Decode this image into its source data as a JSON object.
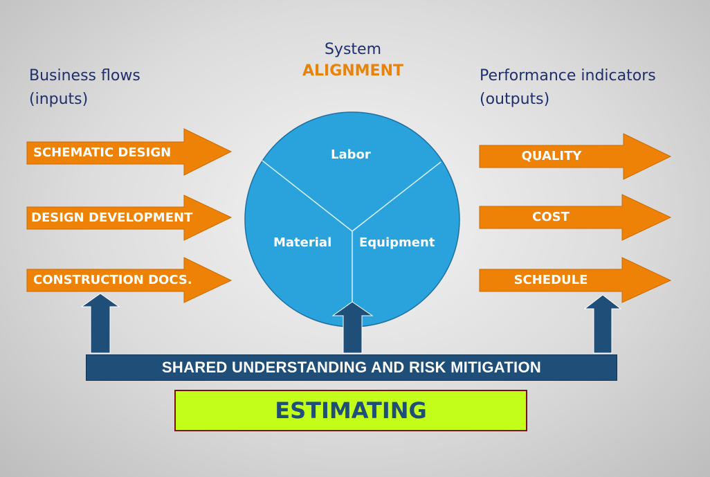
{
  "headings": {
    "inputs_line1": "Business flows",
    "inputs_line2": "(inputs)",
    "system_line1": "System",
    "system_line2": "ALIGNMENT",
    "outputs_line1": "Performance indicators",
    "outputs_line2": "(outputs)"
  },
  "inputs": [
    {
      "label": "SCHEMATIC DESIGN"
    },
    {
      "label": "DESIGN DEVELOPMENT"
    },
    {
      "label": "CONSTRUCTION DOCS."
    }
  ],
  "outputs": [
    {
      "label": "QUALITY"
    },
    {
      "label": "COST"
    },
    {
      "label": "SCHEDULE"
    }
  ],
  "circle": {
    "top": "Labor",
    "left": "Material",
    "right": "Equipment"
  },
  "shared_bar": "SHARED UNDERSTANDING AND RISK MITIGATION",
  "estimating": "ESTIMATING",
  "colors": {
    "orange": "#ee8207",
    "navy": "#1f4e79",
    "circle_blue": "#2aa3dc",
    "lime": "#c3fd1a",
    "heading_text": "#1f2f6b"
  }
}
